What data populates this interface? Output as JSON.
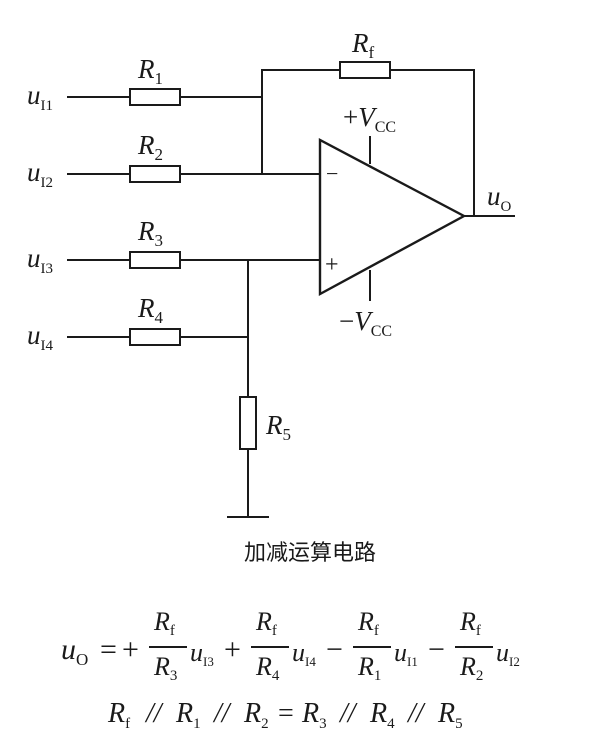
{
  "caption": "加减运算电路",
  "resistors": {
    "r1": {
      "main": "R",
      "sub": "1"
    },
    "r2": {
      "main": "R",
      "sub": "2"
    },
    "r3": {
      "main": "R",
      "sub": "3"
    },
    "r4": {
      "main": "R",
      "sub": "4"
    },
    "r5": {
      "main": "R",
      "sub": "5"
    },
    "rf": {
      "main": "R",
      "sub": "f"
    }
  },
  "inputs": {
    "ui1": {
      "main": "u",
      "sub": "I1"
    },
    "ui2": {
      "main": "u",
      "sub": "I2"
    },
    "ui3": {
      "main": "u",
      "sub": "I3"
    },
    "ui4": {
      "main": "u",
      "sub": "I4"
    }
  },
  "output": {
    "main": "u",
    "sub": "O"
  },
  "supply": {
    "positive": {
      "sign": "+",
      "main": "V",
      "sub": "CC"
    },
    "negative": {
      "sign": "−",
      "main": "V",
      "sub": "CC"
    }
  },
  "opamp": {
    "inverting": "−",
    "noninverting": "+"
  },
  "formula1": {
    "lhs": {
      "main": "u",
      "sub": "O"
    },
    "equals": "=",
    "terms": [
      {
        "sign": "+",
        "num": {
          "main": "R",
          "sub": "f"
        },
        "den": {
          "main": "R",
          "sub": "3"
        },
        "var": {
          "main": "u",
          "sub": "I3"
        }
      },
      {
        "sign": "+",
        "num": {
          "main": "R",
          "sub": "f"
        },
        "den": {
          "main": "R",
          "sub": "4"
        },
        "var": {
          "main": "u",
          "sub": "I4"
        }
      },
      {
        "sign": "−",
        "num": {
          "main": "R",
          "sub": "f"
        },
        "den": {
          "main": "R",
          "sub": "1"
        },
        "var": {
          "main": "u",
          "sub": "I1"
        }
      },
      {
        "sign": "−",
        "num": {
          "main": "R",
          "sub": "f"
        },
        "den": {
          "main": "R",
          "sub": "2"
        },
        "var": {
          "main": "u",
          "sub": "I2"
        }
      }
    ]
  },
  "formula2": {
    "parallel": "//",
    "equals": "=",
    "left": [
      {
        "main": "R",
        "sub": "f"
      },
      {
        "main": "R",
        "sub": "1"
      },
      {
        "main": "R",
        "sub": "2"
      }
    ],
    "right": [
      {
        "main": "R",
        "sub": "3"
      },
      {
        "main": "R",
        "sub": "4"
      },
      {
        "main": "R",
        "sub": "5"
      }
    ]
  }
}
